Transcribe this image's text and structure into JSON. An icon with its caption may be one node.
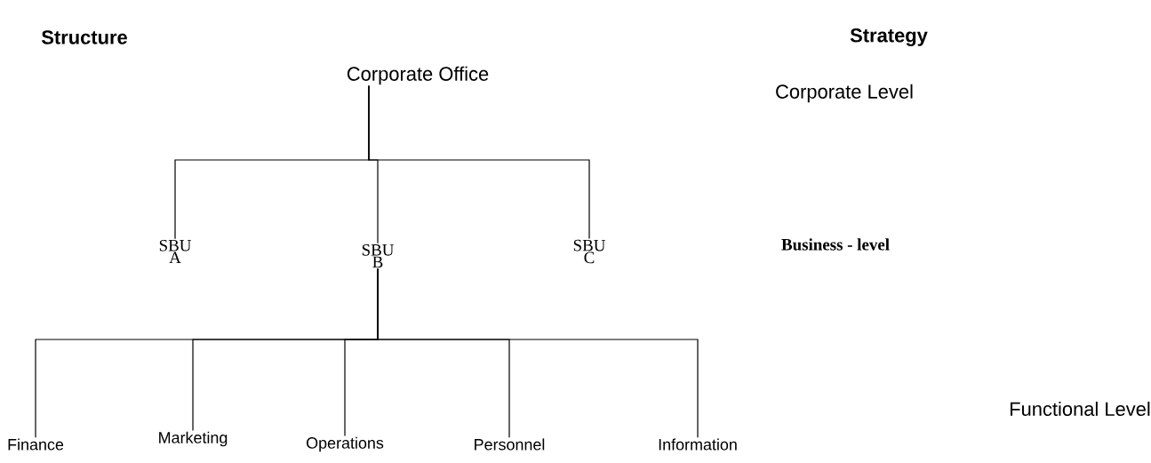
{
  "diagram": {
    "nodes": [
      {
        "text": [
          "Corporate Office"
        ]
      },
      {
        "text": [
          "SBU A"
        ]
      },
      {
        "text": [
          "SBU B"
        ]
      },
      {
        "text": [
          "SBU C"
        ]
      },
      {
        "text": [
          "Finance"
        ]
      },
      {
        "text": [
          "Marketing"
        ]
      },
      {
        "text": [
          "Operations"
        ]
      },
      {
        "text": [
          "Personnel"
        ]
      },
      {
        "text": [
          "Information"
        ]
      }
    ],
    "edges": [
      {
        "from": 0,
        "to": 1,
        "arrow": "none"
      },
      {
        "from": 0,
        "to": 2,
        "arrow": "none"
      },
      {
        "from": 0,
        "to": 3,
        "arrow": "none"
      },
      {
        "from": 2,
        "to": 4,
        "arrow": "none"
      },
      {
        "from": 2,
        "to": 5,
        "arrow": "none"
      },
      {
        "from": 2,
        "to": 6,
        "arrow": "none"
      },
      {
        "from": 2,
        "to": 7,
        "arrow": "none"
      },
      {
        "from": 2,
        "to": 8,
        "arrow": "none"
      }
    ],
    "labels": [
      "Structure",
      "Strategy",
      "Corporate Level",
      "**Business - level**",
      "Functional Level"
    ]
  }
}
